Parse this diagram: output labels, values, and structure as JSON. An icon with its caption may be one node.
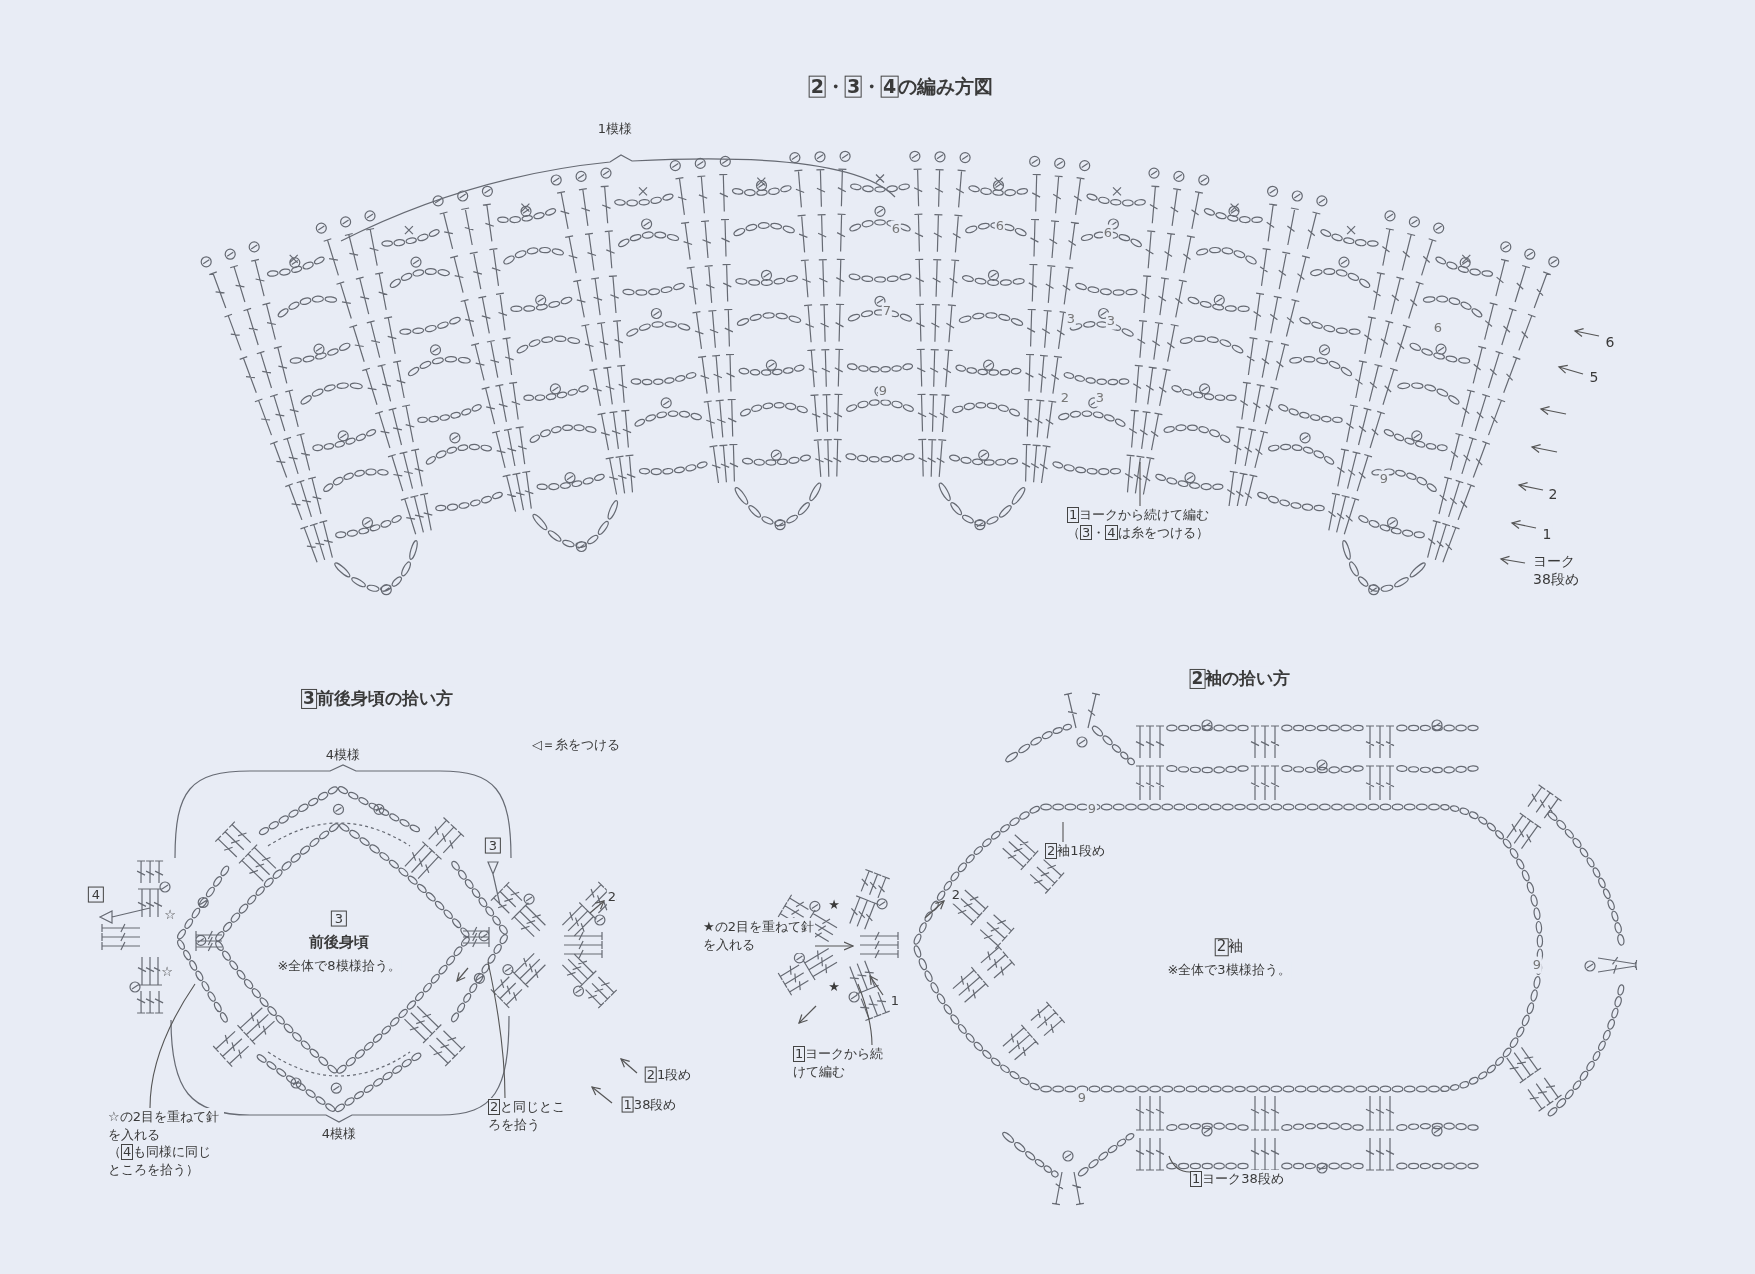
{
  "diagram": {
    "title": "2・3・4の編み方図",
    "nodes": [
      {
        "text": [
          "1ヨークから続けて編む",
          "（3・4は糸をつける）"
        ]
      },
      {
        "text": [
          "☆の2目を重ねて針を入れる",
          "（4も同様に同じところを拾う）"
        ]
      },
      {
        "text": [
          "2と同じところを拾う"
        ]
      },
      {
        "text": [
          "★の2目を重ねて針を入れる"
        ]
      },
      {
        "text": [
          "1ヨークから続けて編む"
        ]
      },
      {
        "text": [
          "2袖1段め"
        ]
      },
      {
        "text": [
          "1ヨーク38段め"
        ]
      }
    ],
    "edges": [
      {
        "from": 0,
        "to": null,
        "arrow": "none"
      },
      {
        "from": 1,
        "to": null,
        "arrow": "none"
      },
      {
        "from": 2,
        "to": null,
        "arrow": "none"
      },
      {
        "from": 3,
        "to": null,
        "arrow": "to"
      },
      {
        "from": 4,
        "to": null,
        "arrow": "none"
      },
      {
        "from": 5,
        "to": null,
        "arrow": "none"
      },
      {
        "from": 6,
        "to": null,
        "arrow": "none"
      }
    ],
    "labels": [
      "1模様",
      "6",
      "6",
      "6",
      "7",
      "3",
      "3",
      "6",
      "6",
      "5",
      "9",
      "2",
      "3",
      "9",
      "2",
      "1",
      "ヨーク38段め",
      "3前後身頃の拾い方",
      "2袖の拾い方",
      "4模様",
      "◁＝糸をつける",
      "9",
      "3",
      "4",
      "2",
      "2",
      "☆",
      "3",
      "★",
      "前後身頃",
      "2袖",
      "☆",
      "※全体で8模様拾う。",
      "★",
      "※全体で3模様拾う。",
      "9",
      "1",
      "21段め",
      "138段め",
      "9",
      "4模様"
    ]
  }
}
